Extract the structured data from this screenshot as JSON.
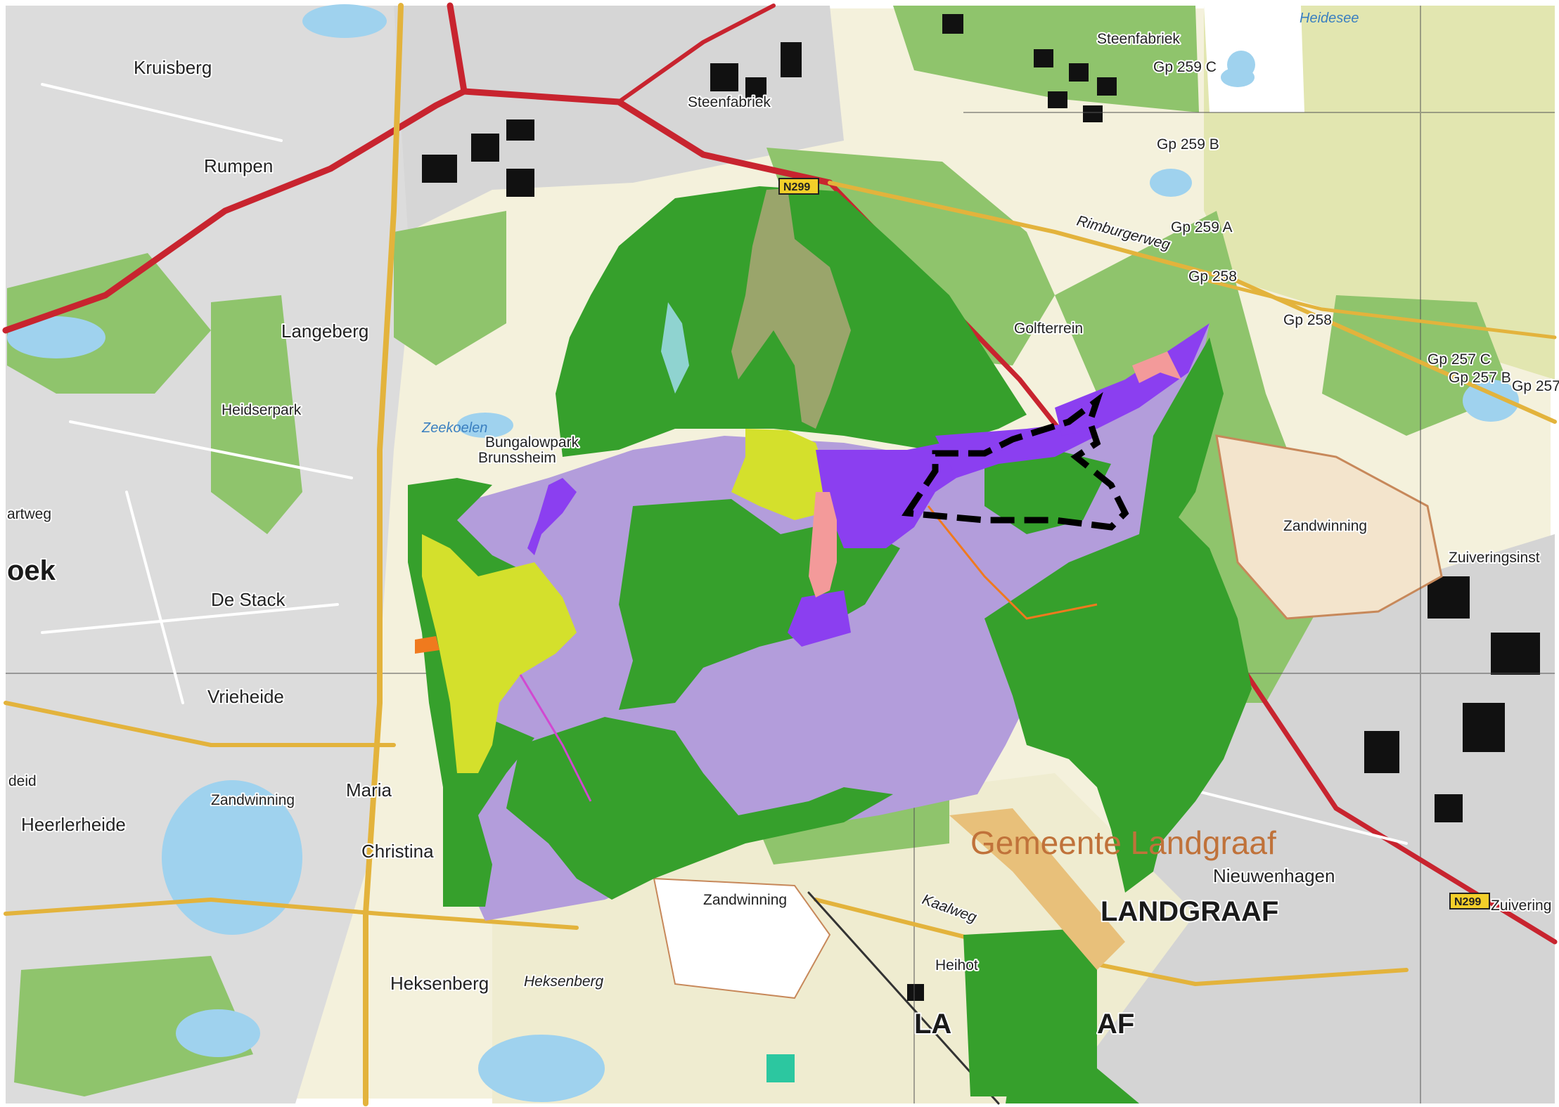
{
  "map": {
    "colors": {
      "land": "#f4f1dc",
      "field": "#e9e8b8",
      "forest": "#8fc46c",
      "urban": "#d9d9d9",
      "water": "#9fd2ee",
      "road_main": "#c8242f",
      "road_secondary": "#e3b33c",
      "building": "#111111",
      "veg_green": "#36a02c",
      "veg_lilac": "#b39ddb",
      "veg_purple": "#8b3ff0",
      "veg_lime": "#d4e02c",
      "veg_olive": "#9aa56b",
      "veg_pink": "#f39a9a",
      "boundary": "#000000"
    },
    "places": {
      "kruisberg": "Kruisberg",
      "rumpen": "Rumpen",
      "langeberg": "Langeberg",
      "heidserpark": "Heidserpark",
      "zeekoelen": "Zeekoelen",
      "bungalowpark": "Bungalowpark",
      "brunssheim": "Brunssheim",
      "de_stack": "De Stack",
      "vrieheide": "Vrieheide",
      "zandwinning_w": "Zandwinning",
      "maria": "Maria",
      "heerlerheide": "Heerlerheide",
      "christina": "Christina",
      "heksenberg": "Heksenberg",
      "heksenberg_it": "Heksenberg",
      "zandwinning_s": "Zandwinning",
      "steenfabriek_n": "Steenfabriek",
      "steenfabriek": "Steenfabriek",
      "heidesee": "Heidesee",
      "golfterrein": "Golfterrein",
      "zandwinning_e": "Zandwinning",
      "zuiveringsinst": "Zuiveringsinst",
      "zuivering": "Zuivering",
      "nieuwenhagen": "Nieuwenhagen",
      "landgraaf": "LANDGRAAF",
      "landgraaf_s_left": "LA",
      "landgraaf_s_right": "AF",
      "gemeente": "Gemeente Landgraaf",
      "rimburgerweg": "Rimburgerweg",
      "kaalweg": "Kaalweg",
      "heihot": "Heihot",
      "oek": "oek",
      "artweg": "artweg",
      "heide": "deid"
    },
    "roads": {
      "n299_n": "N299",
      "n299_s": "N299"
    },
    "markers": {
      "gp259c": "Gp 259 C",
      "gp259b": "Gp 259 B",
      "gp259a": "Gp 259 A",
      "gp258n": "Gp 258",
      "gp258": "Gp 258",
      "gp257c": "Gp 257 C",
      "gp257b": "Gp 257 B",
      "gp257": "Gp 257"
    }
  }
}
